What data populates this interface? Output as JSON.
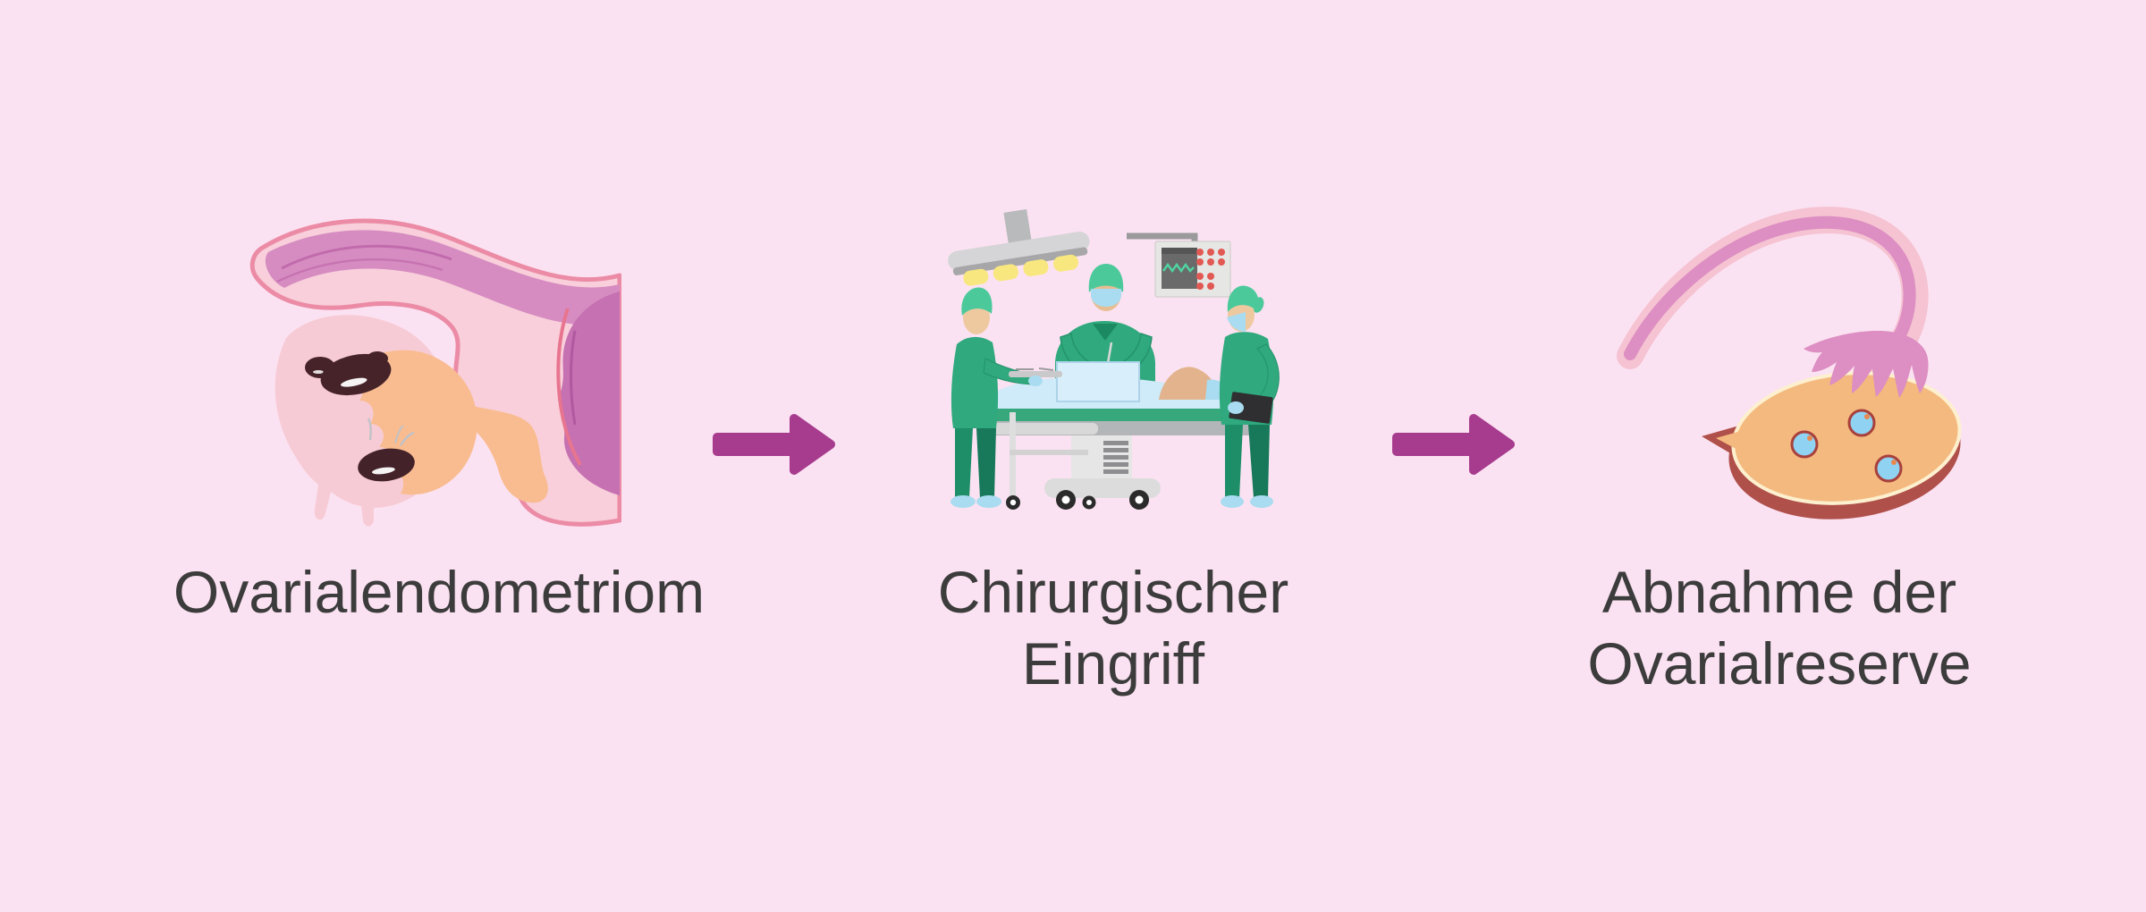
{
  "figure": {
    "title": "",
    "type": "process-flow",
    "steps": [
      {
        "caption_line1": "Ovarialendometriom",
        "caption_line2": "",
        "illustration": "uterus-with-ovarian-endometrioma"
      },
      {
        "caption_line1": "Chirurgischer",
        "caption_line2": "Eingriff",
        "illustration": "surgery-operating-room"
      },
      {
        "caption_line1": "Abnahme der",
        "caption_line2": "Ovarialreserve",
        "illustration": "ovary-with-reduced-reserve"
      }
    ]
  },
  "icons": {
    "arrow": "arrow-right"
  },
  "colors": {
    "background": "#fbe2f2",
    "arrow": "#a73b8e",
    "text": "#3c3c3c"
  }
}
